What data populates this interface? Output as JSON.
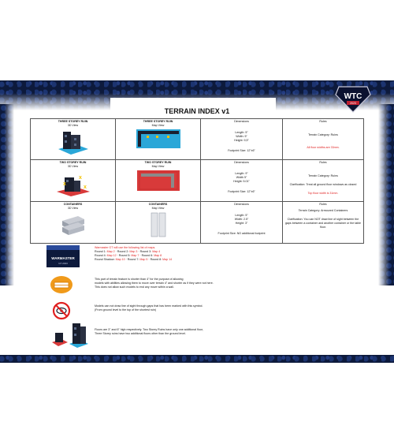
{
  "doc": {
    "title": "TERRAIN INDEX v1"
  },
  "logo": {
    "text": "WTC",
    "sub": "2023"
  },
  "rows": [
    {
      "name": "THREE STOREY RUIN",
      "view3d": "3D View",
      "map_name": "THREE STOREY RUIN",
      "map_view": "Map View",
      "dim_label": "Dimensions",
      "dims": [
        "Length: 5\"",
        "Width: 5\"",
        "Height: 9,5\""
      ],
      "footprint": "Footprint Size: 12\"x6\"",
      "rules_label": "Rules",
      "rules": "Terrain Category: Ruins",
      "rules_note": "All floor widths are 33mm."
    },
    {
      "name": "TWO STOREY RUIN",
      "view3d": "3D View",
      "map_name": "TWO STOREY RUIN",
      "map_view": "Map View",
      "dim_label": "Dimensions",
      "dims": [
        "Length: 9\"",
        "Width 5\"",
        "Height: 5.01\""
      ],
      "footprint": "Footprint Size: 12\"x6\"",
      "rules_label": "Rules",
      "rules": "Terrain Category: Ruins",
      "rules_extra": "Clarification: Treat all ground floor windows as closed",
      "rules_note": "Top floor width is 31mm."
    },
    {
      "name": "CONTAINERS",
      "view3d": "3D View",
      "map_name": "CONTAINERS",
      "map_view": "Map View",
      "dim_label": "Dimensions",
      "dims": [
        "Length: 5\"",
        "Width: 2.5\"",
        "Height: 3\""
      ],
      "footprint": "Footprint Size: NO additional footprint",
      "rules_label": "Rules",
      "rules": "Terrain Category: Armoured Containers",
      "rules_extra": "Clarification: You can NOT draw line of sight between the gaps between a container and another container or the table floor."
    }
  ],
  "legend": {
    "badge": "WARMASTER",
    "badge_sub": "GT 2023",
    "maps_intro": "Warmaster GT will use the following list of maps.",
    "map_rounds": [
      {
        "label": "Round 1:",
        "map": "Map 2",
        "sep": " · "
      },
      {
        "label": "Round 2:",
        "map": "Map 3",
        "sep": " · "
      },
      {
        "label": "Round 3:",
        "map": "Map 4",
        "sep": ""
      }
    ],
    "map_rounds2": [
      {
        "label": "Round 4:",
        "map": "Map 12",
        "sep": " · "
      },
      {
        "label": "Round 5:",
        "map": "Map 7",
        "sep": " · "
      },
      {
        "label": "Round 6:",
        "map": "Map 8",
        "sep": ""
      }
    ],
    "map_rounds3": [
      {
        "label": "Round Shadow:",
        "map": "Map 10",
        "sep": " · "
      },
      {
        "label": "Round 7:",
        "map": "Map 5",
        "sep": " · "
      },
      {
        "label": "Round 8:",
        "map": "Map 14",
        "sep": ""
      }
    ],
    "note_height_1": "This part of terrain feature is shorter than 4\" for the purpose of allowing",
    "note_height_2": "models with abilities allowing them to move over terrain 4\" and shorter as if they were not here.",
    "note_height_3": "This does not allow such models to end any move within a wall.",
    "note_los_1": "Models can not draw line of sight through gaps that has been marked with this symbol.",
    "note_los_2": "(From ground level to the top of the shortest ruin)",
    "note_floors_1": "Floors are 3\" and 6\" high respectively. Two Storey Ruins have only one additional floor,",
    "note_floors_2": "Three Storey ruins have two additional floors other than the ground level."
  },
  "colors": {
    "accent_red": "#e02020",
    "navy": "#0d1a3c",
    "mat_blue": "#2aa7d8",
    "mat_red": "#d83a3a"
  }
}
